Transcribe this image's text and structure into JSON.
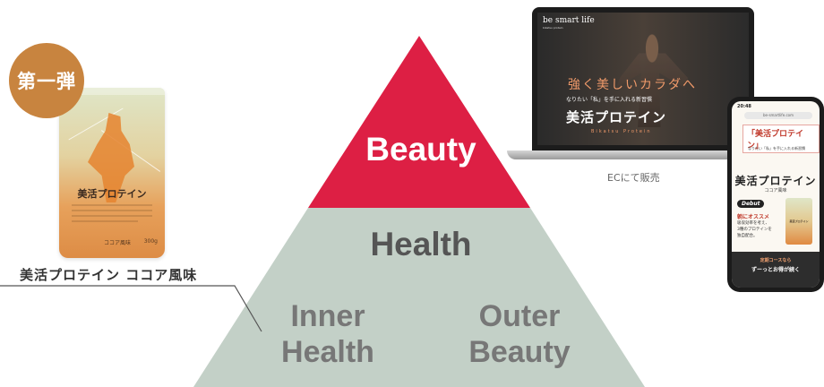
{
  "colors": {
    "beauty_tier": "#dd1f44",
    "lower_tiers": "#c3d0c7",
    "badge": "#c8843f",
    "accent_orange": "#e5842f"
  },
  "product": {
    "badge": "第一弾",
    "pouch_name": "美活プロテイン",
    "pouch_flavor": "ココア風味",
    "pouch_weight": "300g",
    "caption": "美活プロテイン ココア風味"
  },
  "pyramid": {
    "top": "Beauty",
    "middle": "Health",
    "bottom_left": [
      "Inner",
      "Health"
    ],
    "bottom_right": [
      "Outer",
      "Beauty"
    ]
  },
  "laptop": {
    "logo": "be smart life",
    "logo_sub": "bikatsu protein",
    "headline": "強く美しいカラダへ",
    "subline": "なりたい「私」を手に入れる新習慣",
    "title": "美活プロテイン",
    "title_en": "Bikatsu Protein",
    "label": "ECにて販売"
  },
  "phone": {
    "time": "20:48",
    "url": "be-smartlife.com",
    "tag": "「美活プロテイン」",
    "small_text": "なりたい「私」を手に入れる新習慣",
    "title": "美活プロテイン",
    "flavor": "ココア風味",
    "debut": "Debut",
    "reco": "朝にオススメ",
    "desc_lines": [
      "吸収効率を考え、",
      "3種のプロテインを",
      "独自配合。"
    ],
    "pouch_name": "美活プロテイン",
    "footer_line1": "定期コースなら",
    "footer_line2": "ずーっとお得が続く"
  }
}
